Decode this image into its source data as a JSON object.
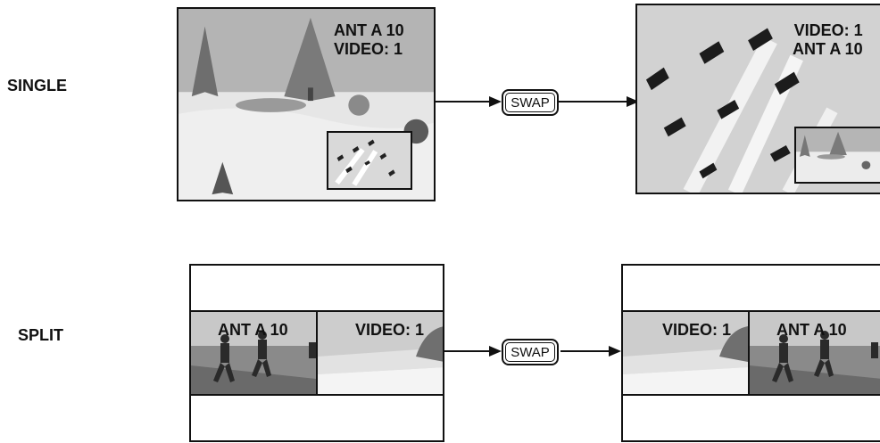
{
  "rows": {
    "single_label": "SINGLE",
    "split_label": "SPLIT"
  },
  "swap_label": "SWAP",
  "single": {
    "before": {
      "line1": "ANT A 10",
      "line2": "VIDEO: 1"
    },
    "after": {
      "line1": "VIDEO: 1",
      "line2": "ANT  A 10"
    }
  },
  "split": {
    "before": {
      "left": "ANT  A 10",
      "right": "VIDEO: 1"
    },
    "after": {
      "left": "VIDEO: 1",
      "right": "ANT  A 10"
    }
  }
}
